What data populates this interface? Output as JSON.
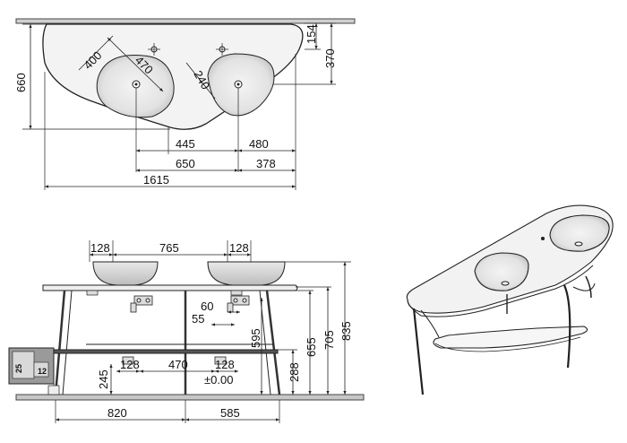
{
  "top_view": {
    "dims": {
      "d154": "154",
      "d370": "370",
      "d660": "660",
      "d400": "400",
      "d470": "470",
      "d240": "240",
      "d445": "445",
      "d480": "480",
      "d650": "650",
      "d378": "378",
      "d1615": "1615"
    }
  },
  "front_view": {
    "dims": {
      "d128a": "128",
      "d765": "765",
      "d128b": "128",
      "d60": "60",
      "d55": "55",
      "d595": "595",
      "d655": "655",
      "d705": "705",
      "d835": "835",
      "d288": "288",
      "d245": "245",
      "d128c": "128",
      "d470": "470",
      "d128d": "128",
      "zero": "±0.00",
      "d820": "820",
      "d585": "585"
    },
    "inset": {
      "a": "25",
      "b": "12"
    }
  },
  "colors": {
    "line": "#222222",
    "basin_fill": "#d8d8d8",
    "floor": "#c7c7c7",
    "inset_bg": "#9a9a9a"
  }
}
